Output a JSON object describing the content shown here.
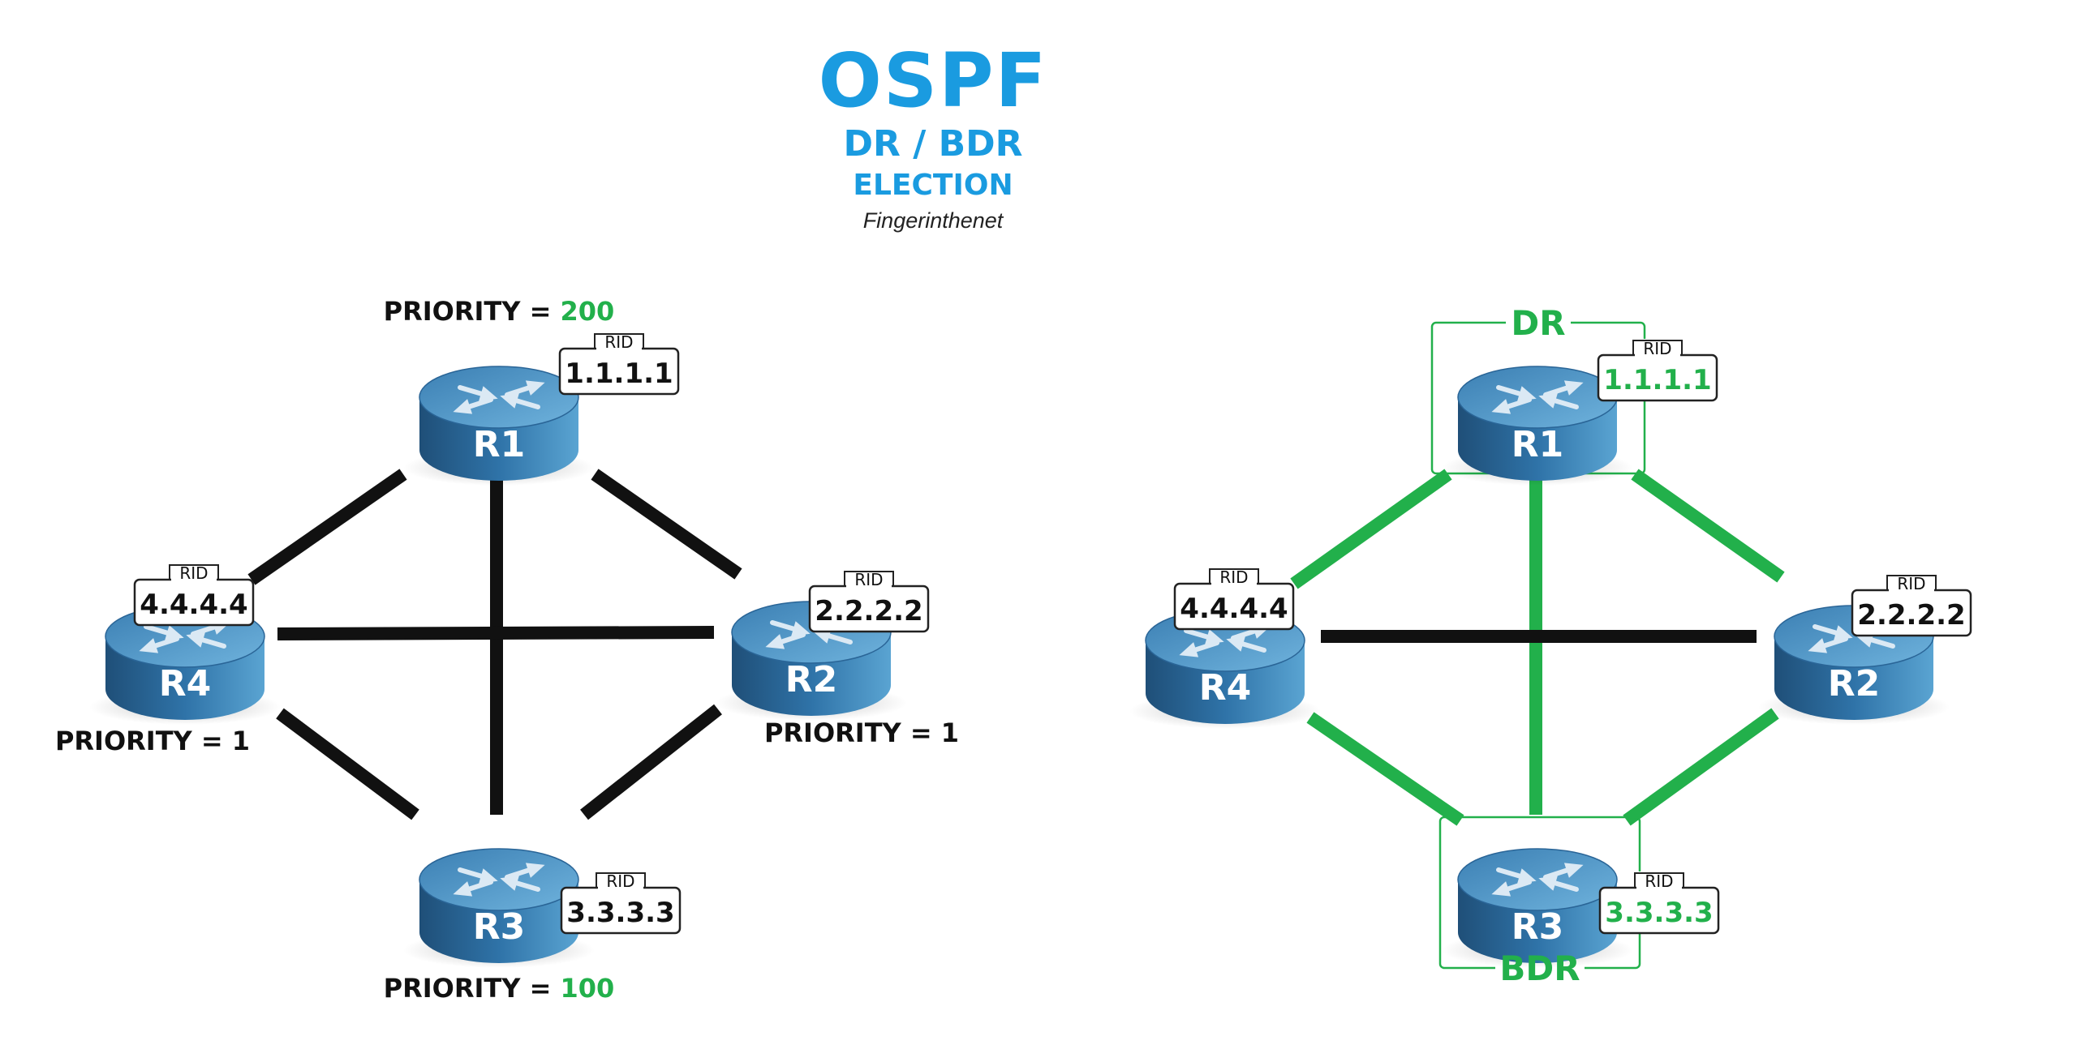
{
  "header": {
    "title": "OSPF",
    "subtitle": "DR / BDR",
    "subtitle2": "ELECTION",
    "author": "Fingerinthenet"
  },
  "colors": {
    "accent_blue": "#1a9be0",
    "green": "#22b04b",
    "black": "#111111",
    "router_top": "#4a8fbd",
    "router_side": "#2b6a9c"
  },
  "labels": {
    "rid": "RID",
    "priority_prefix": "PRIORITY = ",
    "dr": "DR",
    "bdr": "BDR"
  },
  "left_diagram": {
    "routers": [
      {
        "name": "R1",
        "rid": "1.1.1.1",
        "priority": "200",
        "priority_highlight": true
      },
      {
        "name": "R2",
        "rid": "2.2.2.2",
        "priority": "1",
        "priority_highlight": false
      },
      {
        "name": "R3",
        "rid": "3.3.3.3",
        "priority": "100",
        "priority_highlight": true
      },
      {
        "name": "R4",
        "rid": "4.4.4.4",
        "priority": "1",
        "priority_highlight": false
      }
    ],
    "links": [
      {
        "from": "R1",
        "to": "R2",
        "color": "#111111"
      },
      {
        "from": "R1",
        "to": "R3",
        "color": "#111111"
      },
      {
        "from": "R1",
        "to": "R4",
        "color": "#111111"
      },
      {
        "from": "R2",
        "to": "R3",
        "color": "#111111"
      },
      {
        "from": "R2",
        "to": "R4",
        "color": "#111111"
      },
      {
        "from": "R3",
        "to": "R4",
        "color": "#111111"
      }
    ]
  },
  "right_diagram": {
    "routers": [
      {
        "name": "R1",
        "rid": "1.1.1.1",
        "rid_color": "#22b04b",
        "role": "DR"
      },
      {
        "name": "R2",
        "rid": "2.2.2.2",
        "rid_color": "#111111",
        "role": ""
      },
      {
        "name": "R3",
        "rid": "3.3.3.3",
        "rid_color": "#22b04b",
        "role": "BDR"
      },
      {
        "name": "R4",
        "rid": "4.4.4.4",
        "rid_color": "#111111",
        "role": ""
      }
    ],
    "links": [
      {
        "from": "R1",
        "to": "R2",
        "color": "#22b04b"
      },
      {
        "from": "R1",
        "to": "R3",
        "color": "#22b04b"
      },
      {
        "from": "R1",
        "to": "R4",
        "color": "#22b04b"
      },
      {
        "from": "R2",
        "to": "R3",
        "color": "#22b04b"
      },
      {
        "from": "R2",
        "to": "R4",
        "color": "#111111"
      },
      {
        "from": "R3",
        "to": "R4",
        "color": "#22b04b"
      }
    ]
  }
}
